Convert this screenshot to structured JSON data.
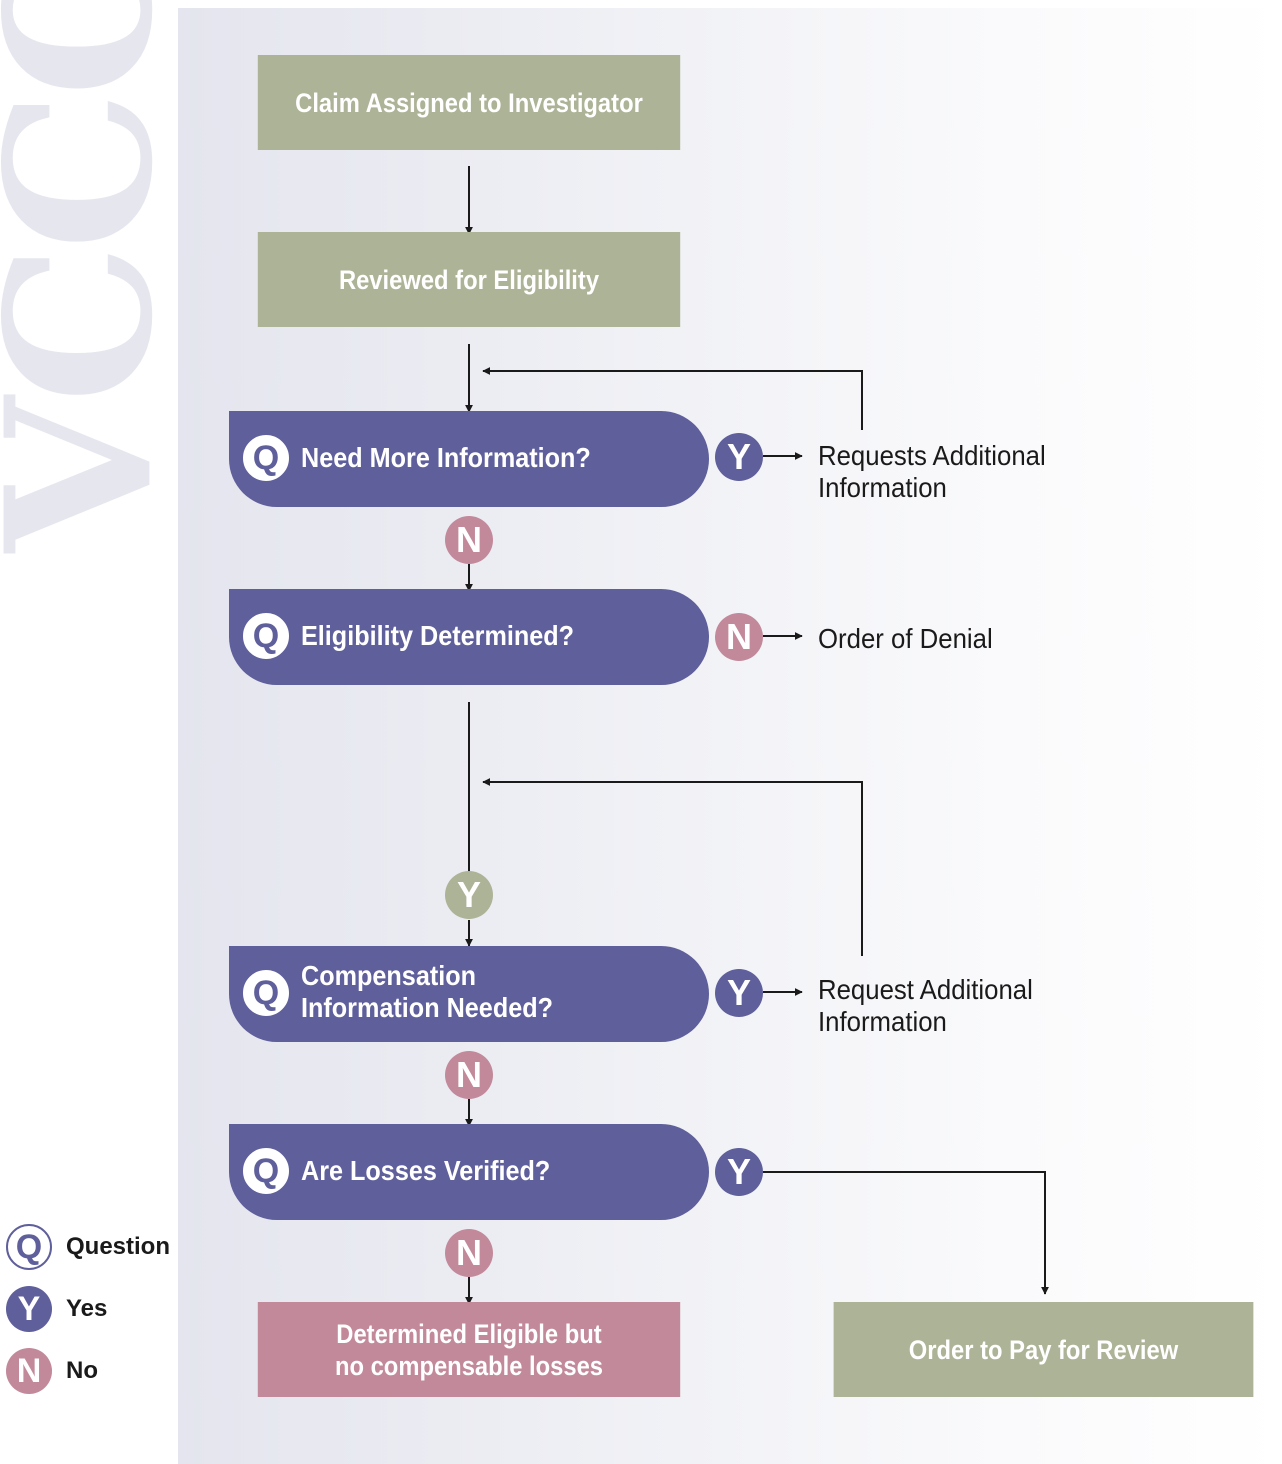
{
  "watermark": "VCCO",
  "colors": {
    "question": "#5e5f9b",
    "yes": "#5e5f9b",
    "no": "#c2899a",
    "step": "#adb396",
    "end_no": "#c2899a"
  },
  "steps": {
    "assigned": "Claim Assigned to Investigator",
    "reviewed": "Reviewed for Eligibility"
  },
  "questions": {
    "q1": "Need More Information?",
    "q2": "Eligibility Determined?",
    "q3_line1": "Compensation",
    "q3_line2": "Information Needed?",
    "q4": "Are Losses Verified?"
  },
  "outcomes": {
    "requests_line1": "Requests Additional",
    "requests_line2": "Information",
    "denial": "Order of Denial",
    "request_line1": "Request Additional",
    "request_line2": "Information",
    "eligible_line1": "Determined Eligible but",
    "eligible_line2": "no compensable losses",
    "pay": "Order to Pay for Review"
  },
  "badges": {
    "q": "Q",
    "y": "Y",
    "n": "N"
  },
  "legend": {
    "question": "Question",
    "yes": "Yes",
    "no": "No"
  }
}
